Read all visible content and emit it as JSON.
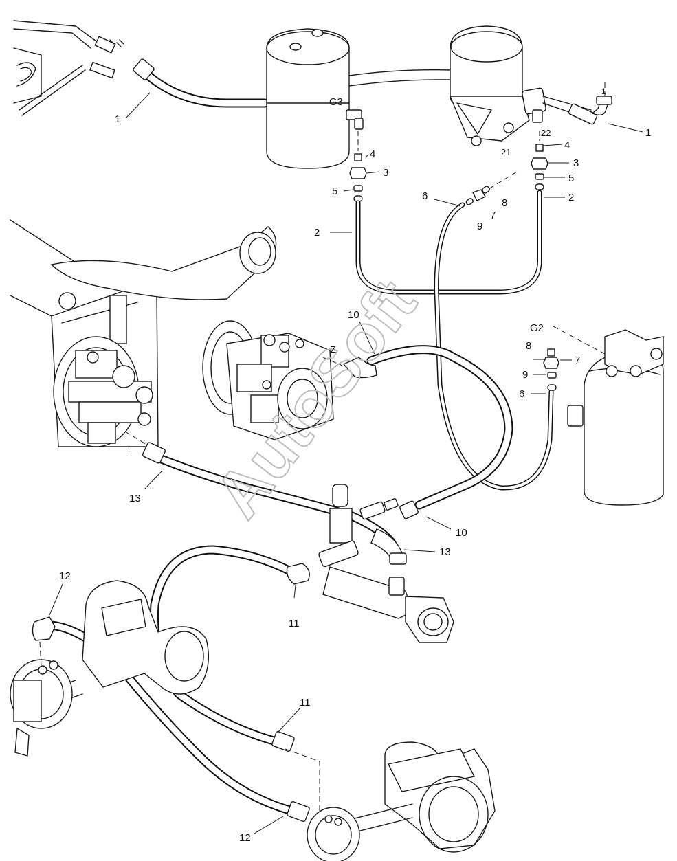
{
  "watermark": "AutoSoft",
  "callouts": [
    {
      "id": "c1a",
      "text": "1"
    },
    {
      "id": "c1b",
      "text": "1"
    },
    {
      "id": "c1c",
      "text": "1"
    },
    {
      "id": "cG3",
      "text": "G3"
    },
    {
      "id": "c4a",
      "text": "4"
    },
    {
      "id": "c3a",
      "text": "3"
    },
    {
      "id": "c5a",
      "text": "5"
    },
    {
      "id": "c2a",
      "text": "2"
    },
    {
      "id": "c6a",
      "text": "6"
    },
    {
      "id": "c8a",
      "text": "8"
    },
    {
      "id": "c7a",
      "text": "7"
    },
    {
      "id": "c9a",
      "text": "9"
    },
    {
      "id": "c22",
      "text": "22"
    },
    {
      "id": "c21",
      "text": "21"
    },
    {
      "id": "c4b",
      "text": "4"
    },
    {
      "id": "c3b",
      "text": "3"
    },
    {
      "id": "c5b",
      "text": "5"
    },
    {
      "id": "c2b",
      "text": "2"
    },
    {
      "id": "cG2",
      "text": "G2"
    },
    {
      "id": "c8b",
      "text": "8"
    },
    {
      "id": "c7b",
      "text": "7"
    },
    {
      "id": "c9b",
      "text": "9"
    },
    {
      "id": "c6b",
      "text": "6"
    },
    {
      "id": "c10a",
      "text": "10"
    },
    {
      "id": "cZ",
      "text": "Z"
    },
    {
      "id": "c13a",
      "text": "13"
    },
    {
      "id": "c10b",
      "text": "10"
    },
    {
      "id": "c13b",
      "text": "13"
    },
    {
      "id": "c12a",
      "text": "12"
    },
    {
      "id": "c11a",
      "text": "11"
    },
    {
      "id": "c11b",
      "text": "11"
    },
    {
      "id": "c12b",
      "text": "12"
    },
    {
      "id": "cI",
      "text": "I"
    }
  ]
}
